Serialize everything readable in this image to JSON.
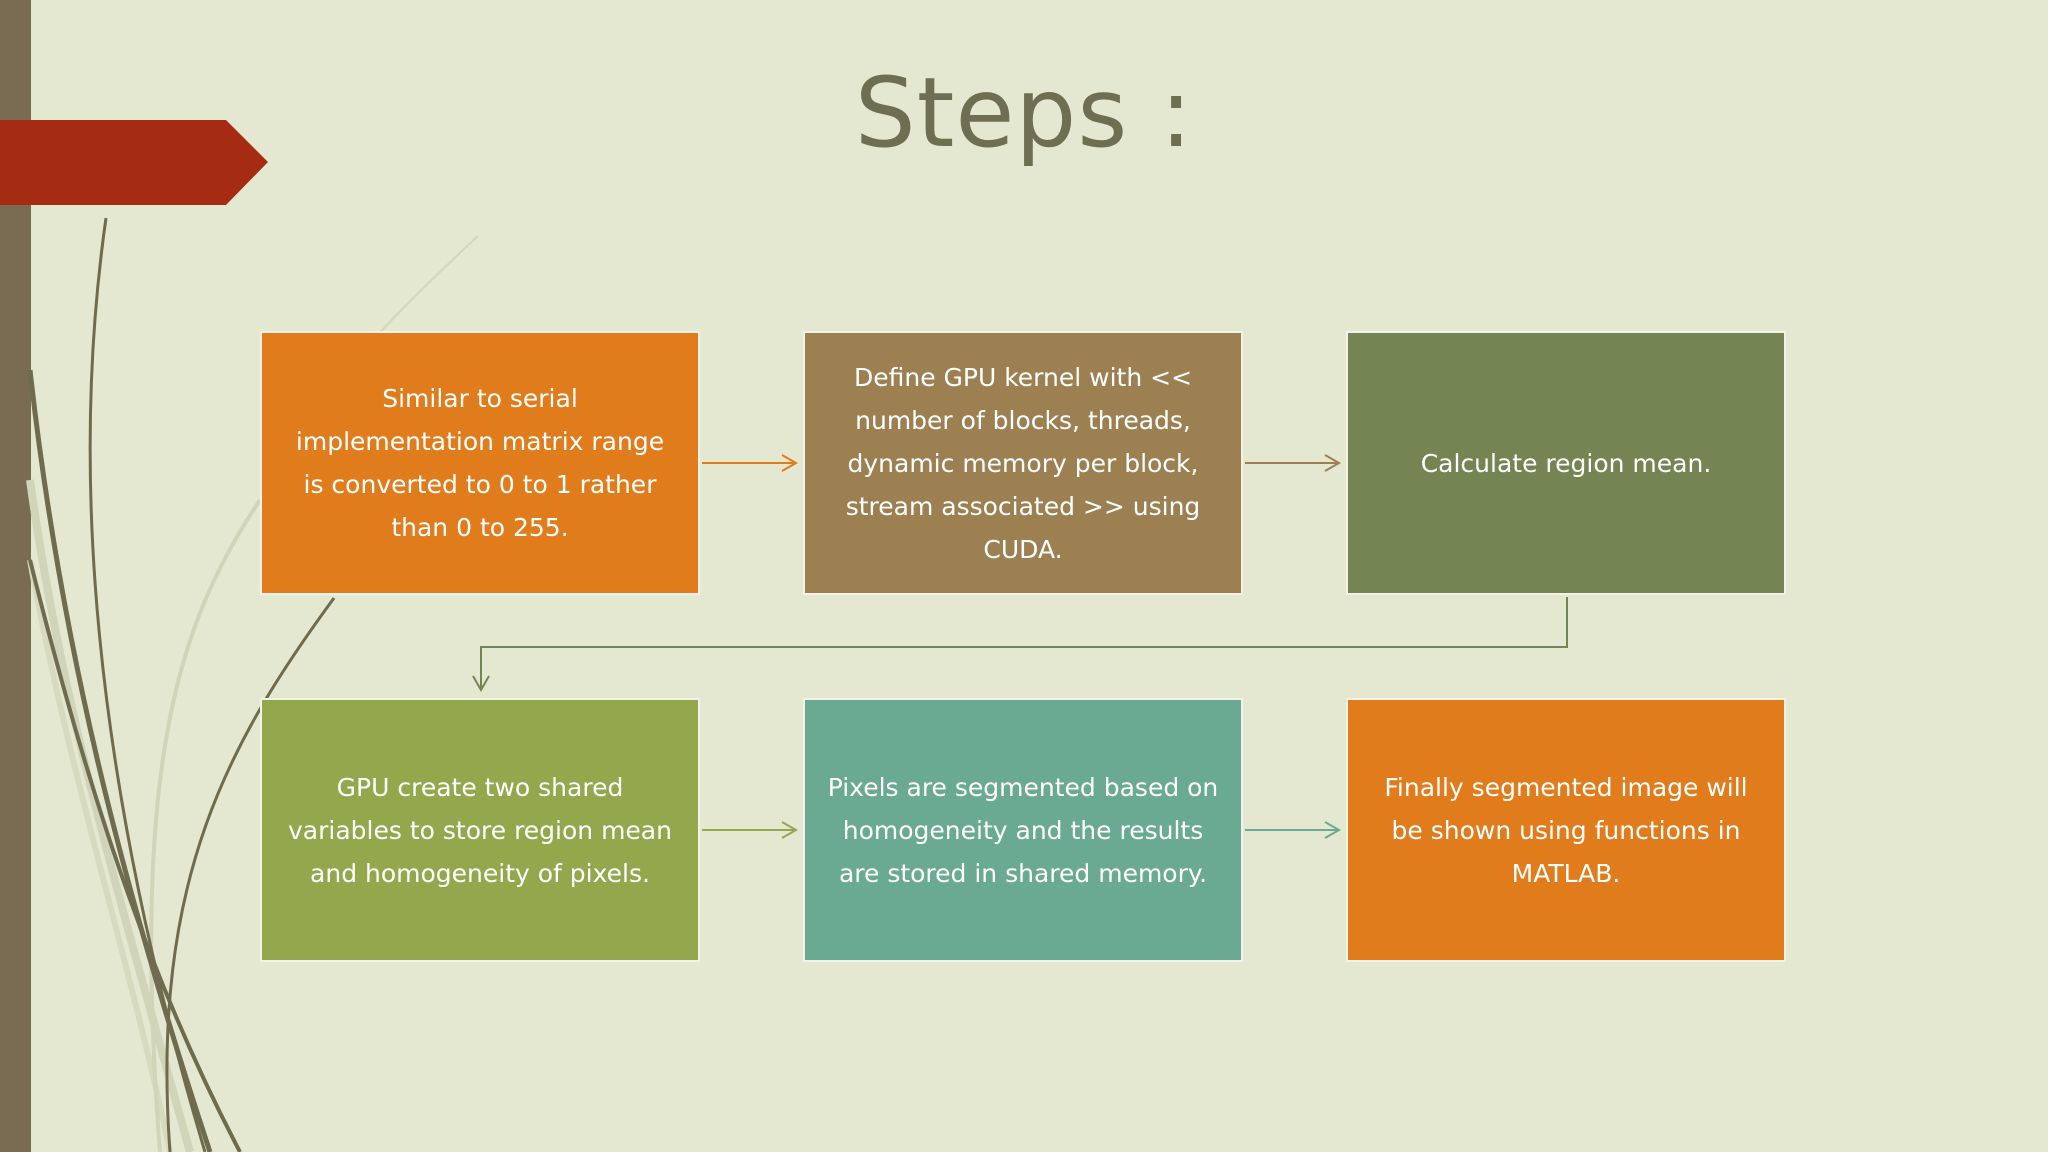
{
  "slide": {
    "title": "Steps :"
  },
  "steps": [
    {
      "text": "Similar to serial implementation matrix range is converted to 0 to 1 rather than 0 to 255.",
      "color": "#e07c1c"
    },
    {
      "text": "Define GPU kernel with << number of blocks, threads, dynamic memory per block, stream associated >> using CUDA.",
      "color": "#9d8052"
    },
    {
      "text": "Calculate region mean.",
      "color": "#748452"
    },
    {
      "text": "GPU create two shared variables to store region mean and homogeneity of pixels.",
      "color": "#93a84c"
    },
    {
      "text": "Pixels are segmented based on homogeneity and the results are stored in shared memory.",
      "color": "#6aaa93"
    },
    {
      "text": "Finally segmented image will be shown using functions in MATLAB.",
      "color": "#e07c1c"
    }
  ],
  "theme": {
    "background": "#e5e8d0",
    "accent_red": "#a52c12",
    "sidebar": "#7a6b53",
    "title_color": "#6e6e52"
  }
}
